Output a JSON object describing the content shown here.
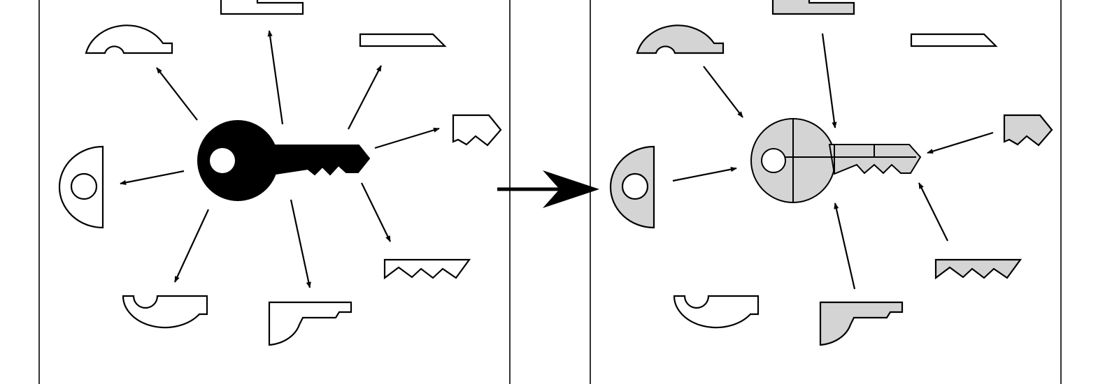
{
  "colors": {
    "ink": "#000000",
    "fill_gray": "#d4d4d4",
    "background": "#ffffff",
    "key_solid": "#000000"
  },
  "panels": [
    {
      "name": "decomposition-panel",
      "key_style": "solid-black",
      "arrow_direction": "outward",
      "fragment_count": 8,
      "fragments_filled": false
    },
    {
      "name": "reassembly-panel",
      "key_style": "segmented-gray",
      "arrow_direction": "inward",
      "fragment_count": 8,
      "fragments_filled_count": 6
    }
  ],
  "transition": {
    "icon": "arrow-right-icon"
  }
}
